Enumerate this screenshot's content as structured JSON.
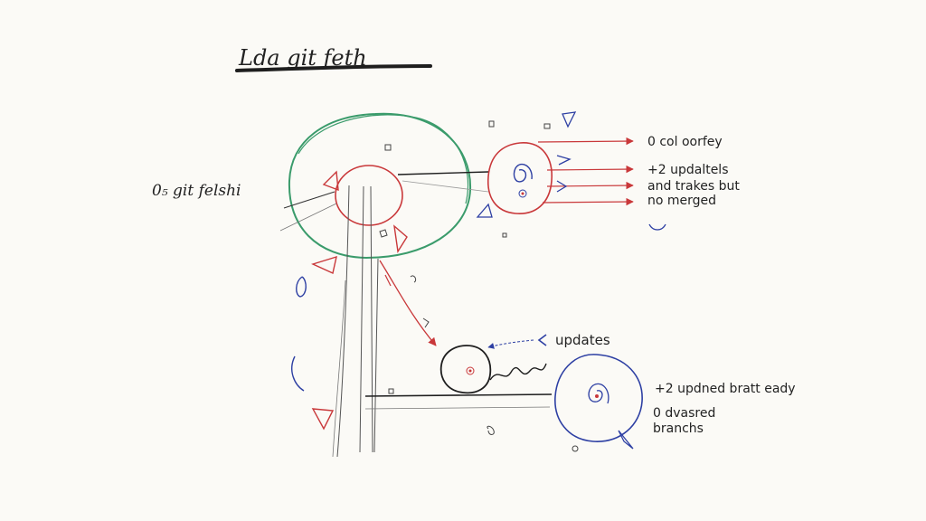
{
  "title": "Lda git feth",
  "labels": {
    "git_fetch": "0₅ git felshi",
    "colorfy": "0 col oorfey",
    "updates_tracks_1": "+2 updaltels",
    "updates_tracks_2": "and trakes but",
    "updates_tracks_3": "no merged",
    "updates": "updates",
    "updated_branch": "+2 updned bratt eady",
    "diverged_1": "0 dvasred",
    "diverged_2": "branchs"
  },
  "colors": {
    "ink": "#1e1e1e",
    "red": "#c9383a",
    "green": "#3a9b6b",
    "blue": "#2d3fa3"
  }
}
